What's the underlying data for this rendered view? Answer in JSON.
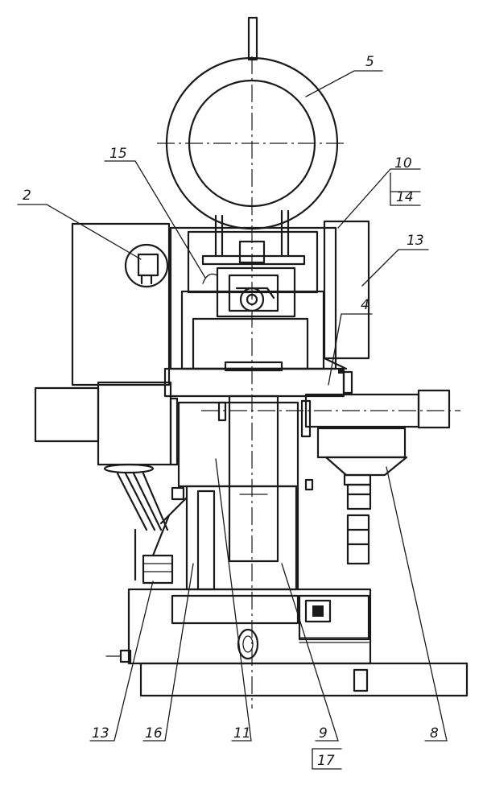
{
  "callouts": [
    {
      "id": "c5",
      "text": "5"
    },
    {
      "id": "c15",
      "text": "15"
    },
    {
      "id": "c10",
      "text": "10"
    },
    {
      "id": "c14",
      "text": "14"
    },
    {
      "id": "c2",
      "text": "2"
    },
    {
      "id": "c13a",
      "text": "13"
    },
    {
      "id": "c4",
      "text": "4"
    },
    {
      "id": "c13b",
      "text": "13"
    },
    {
      "id": "c16",
      "text": "16"
    },
    {
      "id": "c11",
      "text": "11"
    },
    {
      "id": "c9",
      "text": "9"
    },
    {
      "id": "c17",
      "text": "17"
    },
    {
      "id": "c8",
      "text": "8"
    }
  ],
  "colors": {
    "ink": "#1a1a1a",
    "paper": "#ffffff"
  }
}
